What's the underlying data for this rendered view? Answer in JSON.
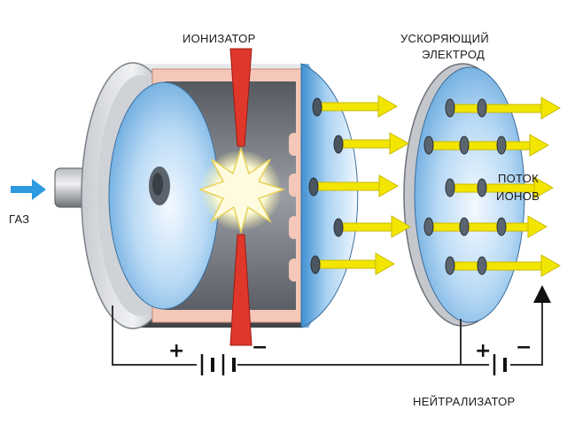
{
  "labels": {
    "ionizer": "ИОНИЗАТОР",
    "accelerating_electrode_line1": "УСКОРЯЮЩИЙ",
    "accelerating_electrode_line2": "ЭЛЕКТРОД",
    "ion_flow_line1": "ПОТОК",
    "ion_flow_line2": "ИОНОВ",
    "gas": "ГАЗ",
    "neutralizer": "НЕЙТРАЛИЗАТОР"
  },
  "polarity": {
    "plus": "+",
    "minus": "−"
  },
  "colors": {
    "ionizer_bar": "#e0372b",
    "ion_arrows": "#f2e600",
    "gas_arrow": "#2e9be0",
    "chamber_wall": "#f4c7b8",
    "chamber_interior": "#7b7f86",
    "electrode_blue": "#8fc2ea",
    "wire": "#333333"
  }
}
